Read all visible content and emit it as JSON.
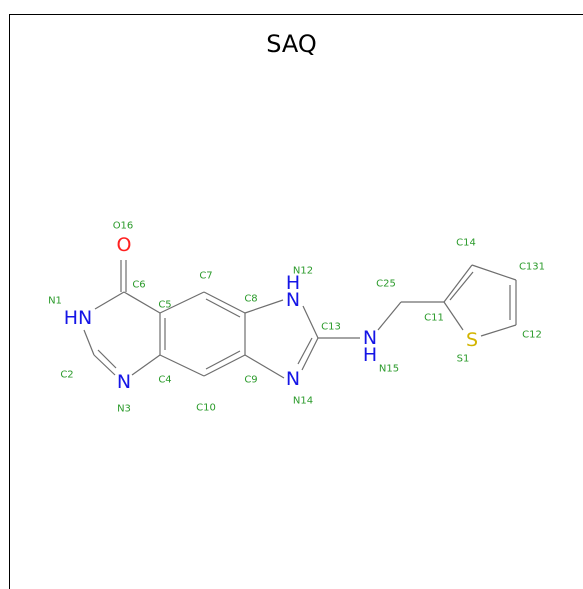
{
  "title": "SAQ",
  "colors": {
    "carbon_label": "#2a9a2a",
    "nitrogen": "#1515e6",
    "oxygen": "#ff2020",
    "sulfur": "#d2b400",
    "bond": "#6e6e6e"
  },
  "atom_symbols": [
    {
      "id": "o16",
      "symbol": "O",
      "color": "#ff2020"
    },
    {
      "id": "n1",
      "symbol": "HN",
      "color": "#1515e6"
    },
    {
      "id": "n3",
      "symbol": "N",
      "color": "#1515e6"
    },
    {
      "id": "n12",
      "symbol": "H",
      "color": "#1515e6"
    },
    {
      "id": "n12b",
      "symbol": "N",
      "color": "#1515e6"
    },
    {
      "id": "n14",
      "symbol": "N",
      "color": "#1515e6"
    },
    {
      "id": "n15",
      "symbol": "N",
      "color": "#1515e6"
    },
    {
      "id": "n15h",
      "symbol": "H",
      "color": "#1515e6"
    },
    {
      "id": "s1",
      "symbol": "S",
      "color": "#d2b400"
    }
  ],
  "atom_labels": [
    {
      "id": "O16",
      "text": "O16"
    },
    {
      "id": "N1",
      "text": "N1"
    },
    {
      "id": "C6",
      "text": "C6"
    },
    {
      "id": "C5",
      "text": "C5"
    },
    {
      "id": "C7",
      "text": "C7"
    },
    {
      "id": "C8",
      "text": "C8"
    },
    {
      "id": "N12",
      "text": "N12"
    },
    {
      "id": "C13",
      "text": "C13"
    },
    {
      "id": "C25",
      "text": "C25"
    },
    {
      "id": "C14",
      "text": "C14"
    },
    {
      "id": "C131",
      "text": "C131"
    },
    {
      "id": "C11",
      "text": "C11"
    },
    {
      "id": "C12",
      "text": "C12"
    },
    {
      "id": "S1",
      "text": "S1"
    },
    {
      "id": "N15",
      "text": "N15"
    },
    {
      "id": "C2",
      "text": "C2"
    },
    {
      "id": "N3",
      "text": "N3"
    },
    {
      "id": "C4",
      "text": "C4"
    },
    {
      "id": "C10",
      "text": "C10"
    },
    {
      "id": "C9",
      "text": "C9"
    },
    {
      "id": "N14",
      "text": "N14"
    }
  ]
}
